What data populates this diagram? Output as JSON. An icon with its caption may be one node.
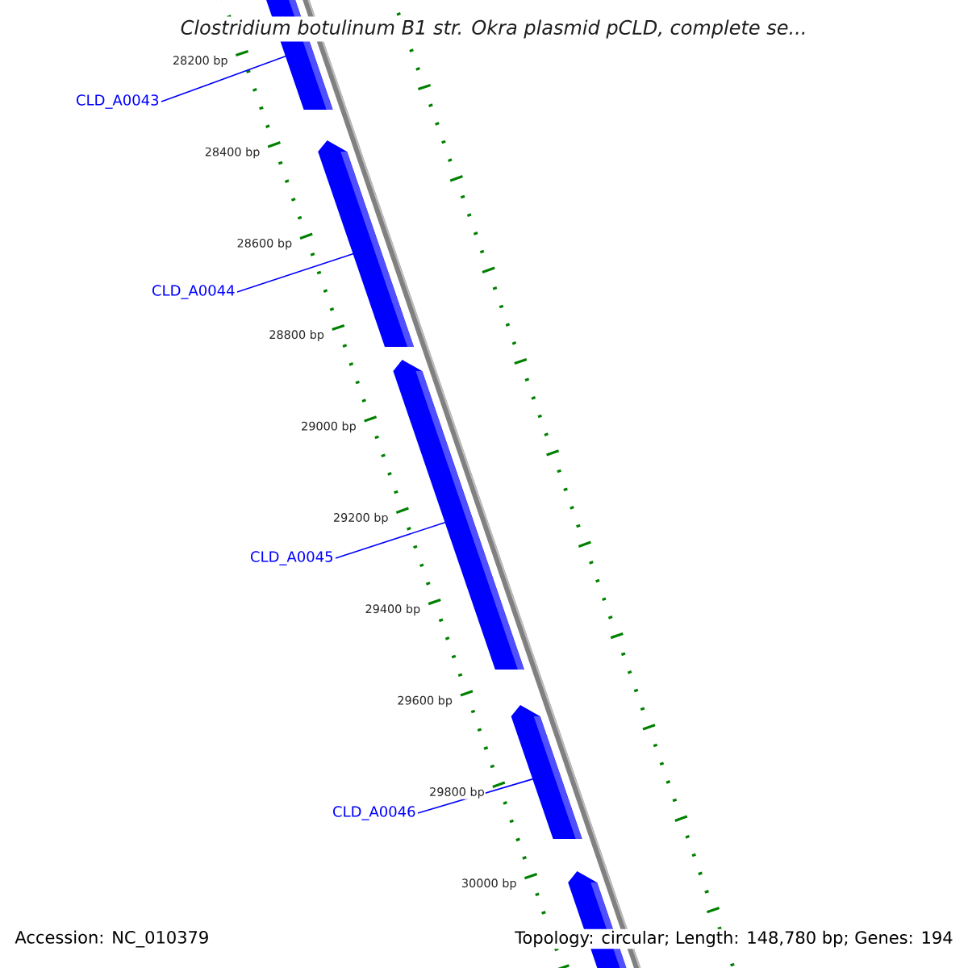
{
  "diagram": {
    "title": "Clostridium botulinum B1 str. Okra plasmid pCLD, complete se...",
    "nodes": [
      {
        "text": [],
        "shape": "arrow"
      },
      {
        "text": [],
        "shape": "arrow"
      },
      {
        "text": [],
        "shape": "arrow"
      },
      {
        "text": [],
        "shape": "arrow"
      },
      {
        "text": [],
        "shape": "arrow"
      },
      {
        "text": [
          "CLD_A0043"
        ]
      },
      {
        "text": [
          "CLD_A0044"
        ]
      },
      {
        "text": [
          "CLD_A0045"
        ]
      },
      {
        "text": [
          "CLD_A0046"
        ]
      }
    ],
    "edges": [
      {
        "from": 5,
        "to": 0,
        "arrow": "none"
      },
      {
        "from": 6,
        "to": 1,
        "arrow": "none"
      },
      {
        "from": 7,
        "to": 2,
        "arrow": "none"
      },
      {
        "from": 8,
        "to": 3,
        "arrow": "none"
      }
    ],
    "labels": [
      "28200 bp",
      "28400 bp",
      "28600 bp",
      "28800 bp",
      "29000 bp",
      "29200 bp",
      "29400 bp",
      "29600 bp",
      "29800 bp",
      "30000 bp",
      "Accession: NC_010379",
      "Topology: circular; Length: 148,780 bp; Genes: 194"
    ]
  }
}
